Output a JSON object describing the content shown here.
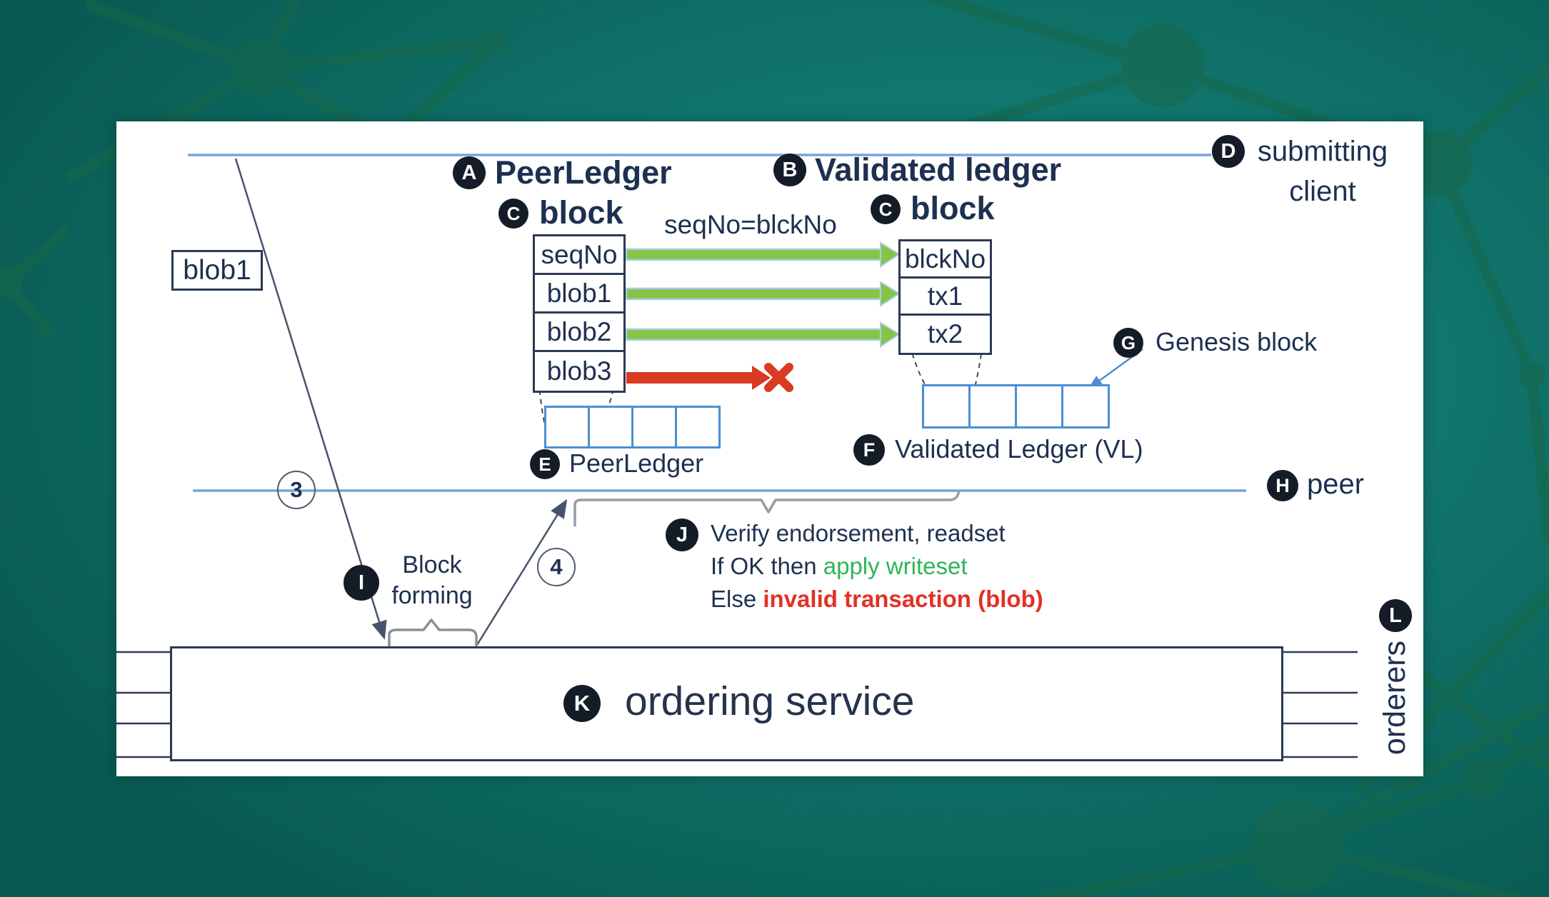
{
  "badges": {
    "A": "A",
    "B": "B",
    "C1": "C",
    "C2": "C",
    "D": "D",
    "E": "E",
    "F": "F",
    "G": "G",
    "H": "H",
    "I": "I",
    "J": "J",
    "K": "K",
    "L": "L"
  },
  "steps": {
    "three": "3",
    "four": "4"
  },
  "client": {
    "line1": "submitting",
    "line2": "client"
  },
  "peer_ledger_title": "PeerLedger",
  "validated_ledger_title": "Validated ledger",
  "left_block": {
    "title": "block",
    "rows": [
      "seqNo",
      "blob1",
      "blob2",
      "blob3"
    ]
  },
  "right_block": {
    "title": "block",
    "rows": [
      "blckNo",
      "tx1",
      "tx2"
    ]
  },
  "mapping_label": "seqNo=blckNo",
  "blob_box_label": "blob1",
  "genesis_label": "Genesis block",
  "vl_label": "Validated Ledger (VL)",
  "peer_chain_label": "PeerLedger",
  "peer_label": "peer",
  "verify": {
    "line1": "Verify  endorsement,  readset",
    "line2_prefix": "If OK then ",
    "line2_highlight": "apply writeset",
    "line3_prefix": "Else  ",
    "line3_highlight": "invalid transaction (blob)"
  },
  "block_forming": {
    "line1": "Block",
    "line2": "forming"
  },
  "ordering_label": "ordering service",
  "orderers_label": "orderers",
  "colors": {
    "background_teal": "#148a80",
    "network_green": "#1c7a55",
    "lane_blue": "#79a3d9",
    "cell_border_blue": "#4b8fd2",
    "arrow_green": "#86c443",
    "arrow_red": "#d93a22",
    "text_navy": "#1d3050",
    "badge_black": "#141c27",
    "brace_gray": "#949ca4",
    "ok_green": "#2fb457",
    "invalid_red": "#e23125"
  }
}
